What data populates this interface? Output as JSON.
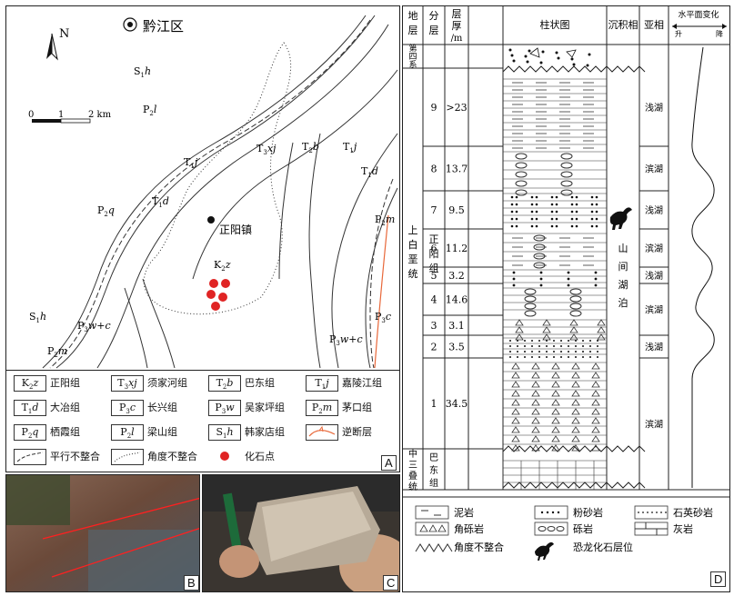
{
  "panelA": {
    "label": "A",
    "city": "黔江区",
    "north": "N",
    "scale": {
      "s0": "0",
      "s1": "1",
      "s2": "2 km"
    },
    "town": "正阳镇",
    "map_labels": [
      {
        "base": "S",
        "sub": "1",
        "suf": "h"
      },
      {
        "base": "P",
        "sub": "2",
        "suf": "l"
      },
      {
        "base": "T",
        "sub": "3",
        "suf": "xj"
      },
      {
        "base": "T",
        "sub": "2",
        "suf": "b"
      },
      {
        "base": "T",
        "sub": "1",
        "suf": "j"
      },
      {
        "base": "T",
        "sub": "1",
        "suf": "j"
      },
      {
        "base": "T",
        "sub": "1",
        "suf": "d"
      },
      {
        "base": "P",
        "sub": "2",
        "suf": "q"
      },
      {
        "base": "T",
        "sub": "1",
        "suf": "d"
      },
      {
        "base": "P",
        "sub": "2",
        "suf": "m"
      },
      {
        "base": "K",
        "sub": "2",
        "suf": "z"
      },
      {
        "base": "P",
        "sub": "3",
        "suf": "c"
      },
      {
        "base": "S",
        "sub": "1",
        "suf": "h"
      },
      {
        "base": "P",
        "sub": "3",
        "suf": "w+c"
      },
      {
        "base": "P",
        "sub": "2",
        "suf": "m"
      },
      {
        "base": "P",
        "sub": "3",
        "suf": "w+c"
      }
    ],
    "legend": [
      {
        "code_b": "K",
        "code_s": "2",
        "code_f": "z",
        "name": "正阳组"
      },
      {
        "code_b": "T",
        "code_s": "3",
        "code_f": "xj",
        "name": "须家河组"
      },
      {
        "code_b": "T",
        "code_s": "2",
        "code_f": "b",
        "name": "巴东组"
      },
      {
        "code_b": "T",
        "code_s": "1",
        "code_f": "j",
        "name": "嘉陵江组"
      },
      {
        "code_b": "T",
        "code_s": "1",
        "code_f": "d",
        "name": "大冶组"
      },
      {
        "code_b": "P",
        "code_s": "3",
        "code_f": "c",
        "name": "长兴组"
      },
      {
        "code_b": "P",
        "code_s": "3",
        "code_f": "w",
        "name": "吴家坪组"
      },
      {
        "code_b": "P",
        "code_s": "2",
        "code_f": "m",
        "name": "茅口组"
      },
      {
        "code_b": "P",
        "code_s": "2",
        "code_f": "q",
        "name": "栖霞组"
      },
      {
        "code_b": "P",
        "code_s": "2",
        "code_f": "l",
        "name": "梁山组"
      },
      {
        "code_b": "S",
        "code_s": "1",
        "code_f": "h",
        "name": "韩家店组"
      },
      {
        "code_b": "",
        "code_s": "",
        "code_f": "",
        "name": "逆断层"
      },
      {
        "code_b": "",
        "code_s": "",
        "code_f": "",
        "name": "平行不整合"
      },
      {
        "code_b": "",
        "code_s": "",
        "code_f": "",
        "name": "角度不整合"
      },
      {
        "code_b": "",
        "code_s": "",
        "code_f": "",
        "name": "化石点"
      }
    ]
  },
  "panelB": {
    "label": "B"
  },
  "panelC": {
    "label": "C"
  },
  "panelD": {
    "label": "D",
    "headers": {
      "stratum": "地层",
      "layer": "分层",
      "thick1": "层厚",
      "thick2": "/m",
      "column": "柱状图",
      "facies": "沉积相",
      "subfacies": "亚相",
      "level": "水平面变化",
      "rise": "升",
      "fall": "降"
    },
    "quaternary": "第四系",
    "upper_baise": "上白垩统",
    "zhengyang": "正阳组",
    "middle_triassic": "中三叠统",
    "badong": "巴东组",
    "facies": "山间湖泊",
    "layers": [
      {
        "n": "9",
        "t": ">23"
      },
      {
        "n": "8",
        "t": "13.7"
      },
      {
        "n": "7",
        "t": "9.5"
      },
      {
        "n": "6",
        "t": "11.2"
      },
      {
        "n": "5",
        "t": "3.2"
      },
      {
        "n": "4",
        "t": "14.6"
      },
      {
        "n": "3",
        "t": "3.1"
      },
      {
        "n": "2",
        "t": "3.5"
      },
      {
        "n": "1",
        "t": "34.5"
      }
    ],
    "subfacies": [
      "浅湖",
      "滨湖",
      "浅湖",
      "滨湖",
      "浅湖",
      "滨湖",
      "浅湖",
      "滨湖"
    ],
    "legend": [
      "泥岩",
      "粉砂岩",
      "石英砂岩",
      "角砾岩",
      "砾岩",
      "灰岩",
      "角度不整合",
      "恐龙化石层位"
    ]
  }
}
